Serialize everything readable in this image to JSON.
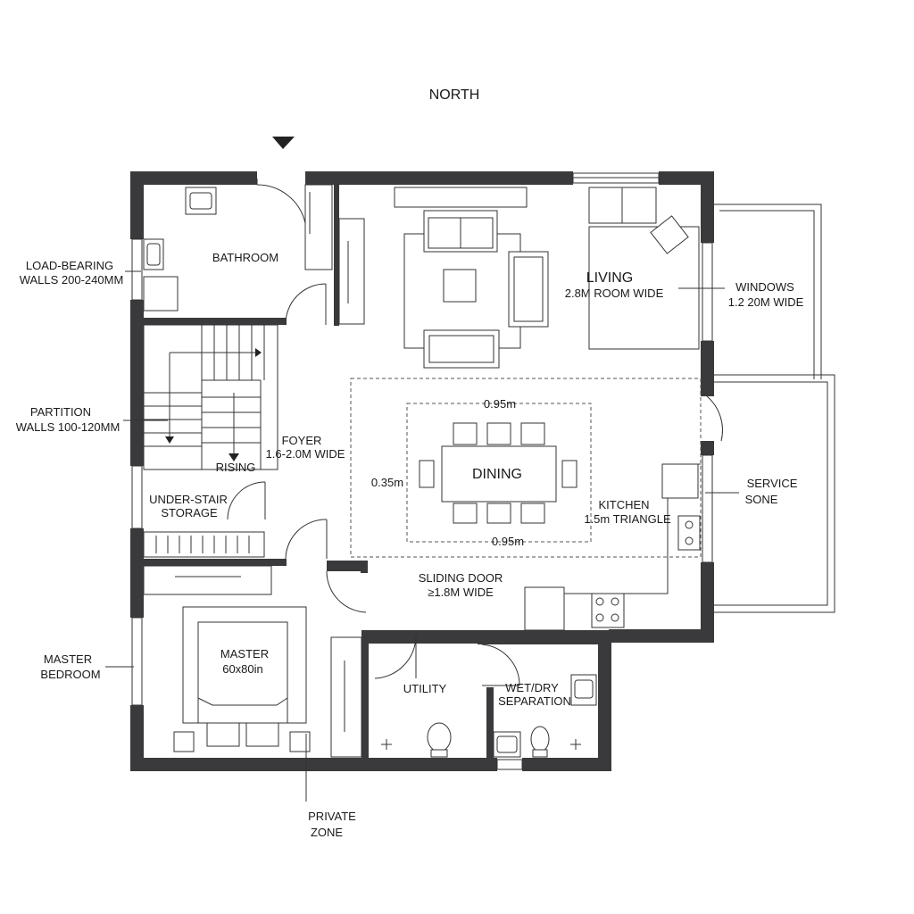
{
  "compass": "NORTH",
  "rooms": {
    "bathroom": "BATHROOM",
    "living": [
      "LIVING",
      "2.8M ROOM WIDE"
    ],
    "foyer": [
      "FOYER",
      "1.6-2.0M WIDE"
    ],
    "dining": "DINING",
    "kitchen": [
      "KITCHEN",
      "1.5m TRIANGLE"
    ],
    "master": [
      "MASTER",
      "60x80in"
    ],
    "utility": "UTILITY",
    "wet_dry": [
      "WET/DRY",
      "SEPARATION"
    ],
    "under_stair": [
      "UNDER-STAIR",
      "STORAGE"
    ],
    "rising": "RISING"
  },
  "dimensions": {
    "dining_top": "0.95m",
    "dining_bottom": "0.95m",
    "dining_left": "0.35m",
    "sliding_door": [
      "SLIDING DOOR",
      "≥1.8M WIDE"
    ]
  },
  "callouts": {
    "load_bearing": [
      "LOAD-BEARING",
      "WALLS 200-240MM"
    ],
    "partition": [
      "PARTITION",
      "WALLS 100-120MM"
    ],
    "master_bedroom": [
      "MASTER",
      "BEDROOM"
    ],
    "windows": [
      "WINDOWS",
      "1.2 20M WIDE"
    ],
    "service_zone": [
      "SERVICE",
      "SONE"
    ],
    "private_zone": [
      "PRIVATE",
      "ZONE"
    ]
  }
}
